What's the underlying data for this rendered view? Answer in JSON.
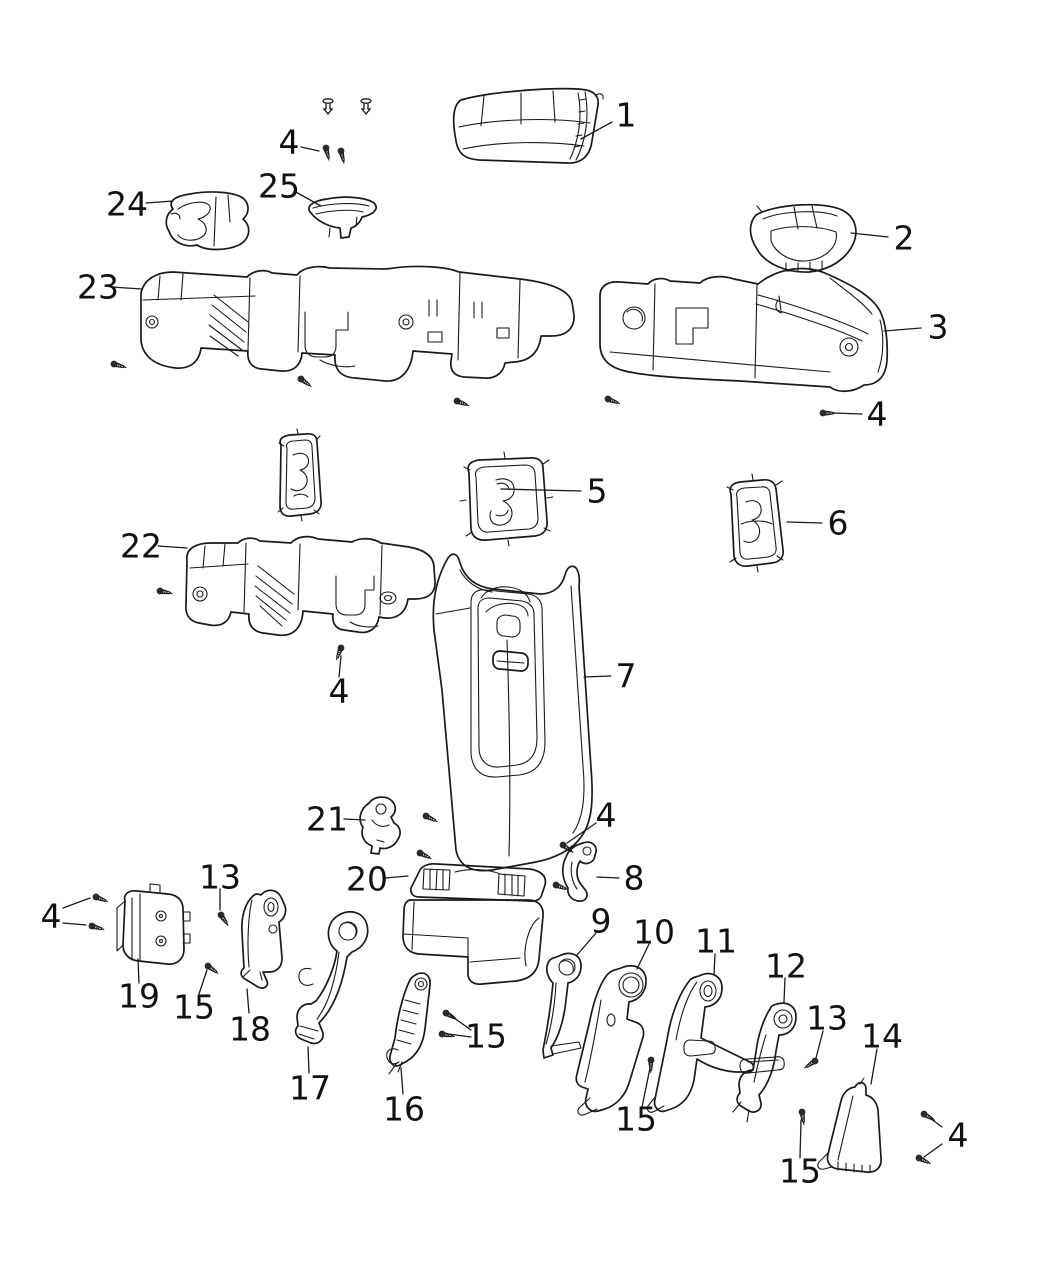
{
  "diagram": {
    "kind": "exploded-parts-diagram",
    "background": "#ffffff",
    "line_color": "#1a1a1a",
    "text_color": "#111111",
    "callouts": {
      "part1": "1",
      "part2": "2",
      "part3": "3",
      "part5": "5",
      "part6": "6",
      "part7": "7",
      "part8": "8",
      "part9": "9",
      "part10": "10",
      "part11": "11",
      "part12": "12",
      "part14": "14",
      "part16": "16",
      "part17": "17",
      "part18": "18",
      "part19": "19",
      "part20": "20",
      "part21": "21",
      "part22": "22",
      "part23": "23",
      "part24": "24",
      "part25": "25",
      "fastener4_top": "4",
      "fastener4_right": "4",
      "fastener4_center": "4",
      "fastener4_mid": "4",
      "fastener4_left": "4",
      "fastener4_bottom_right": "4",
      "fastener13_left": "13",
      "fastener13_right": "13",
      "fastener15_left": "15",
      "fastener15_center": "15",
      "fastener15_mid": "15",
      "fastener15_bottom": "15"
    }
  }
}
